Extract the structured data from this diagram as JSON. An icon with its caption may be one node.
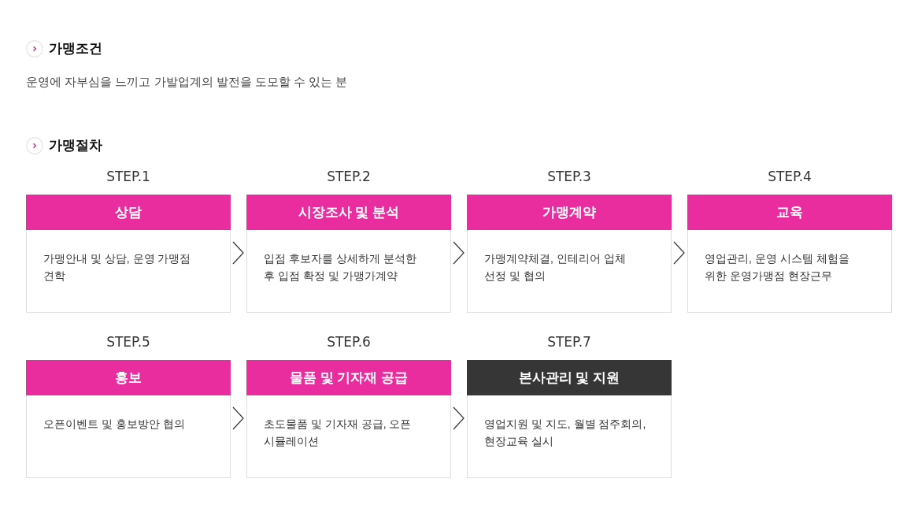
{
  "diagram": {
    "nodes": [
      {
        "text": [
          "STEP.1",
          "상담",
          "가맹안내 및 상담, 운영 가맹점 견학"
        ]
      },
      {
        "text": [
          "STEP.2",
          "시장조사 및 분석",
          "입점 후보자를 상세하게 분석한 후 입점 확정 및 가맹가계약"
        ]
      },
      {
        "text": [
          "STEP.3",
          "가맹계약",
          "가맹계약체결, 인테리어 업체 선정 및 협의"
        ]
      },
      {
        "text": [
          "STEP.4",
          "교육",
          "영업관리, 운영 시스템 체험을 위한 운영가맹점 현장근무"
        ]
      },
      {
        "text": [
          "STEP.5",
          "홍보",
          "오픈이벤트 및 홍보방안 협의"
        ]
      },
      {
        "text": [
          "STEP.6",
          "물품 및 기자재 공급",
          "초도물품 및 기자재 공급, 오픈 시뮬레이션"
        ]
      },
      {
        "text": [
          "STEP.7",
          "본사관리 및 지원",
          "영업지원 및 지도, 월별 점주회의, 현장교육 실시"
        ]
      }
    ],
    "edges": [
      {
        "from": 0,
        "to": 1,
        "arrow": "to"
      },
      {
        "from": 1,
        "to": 2,
        "arrow": "to"
      },
      {
        "from": 2,
        "to": 3,
        "arrow": "to"
      },
      {
        "from": 4,
        "to": 5,
        "arrow": "to"
      },
      {
        "from": 5,
        "to": 6,
        "arrow": "to"
      }
    ],
    "labels": [
      "가맹조건",
      "운영에 자부심을 느끼고 가발업계의 발전을 도모할 수 있는 분",
      "가맹절차"
    ]
  }
}
